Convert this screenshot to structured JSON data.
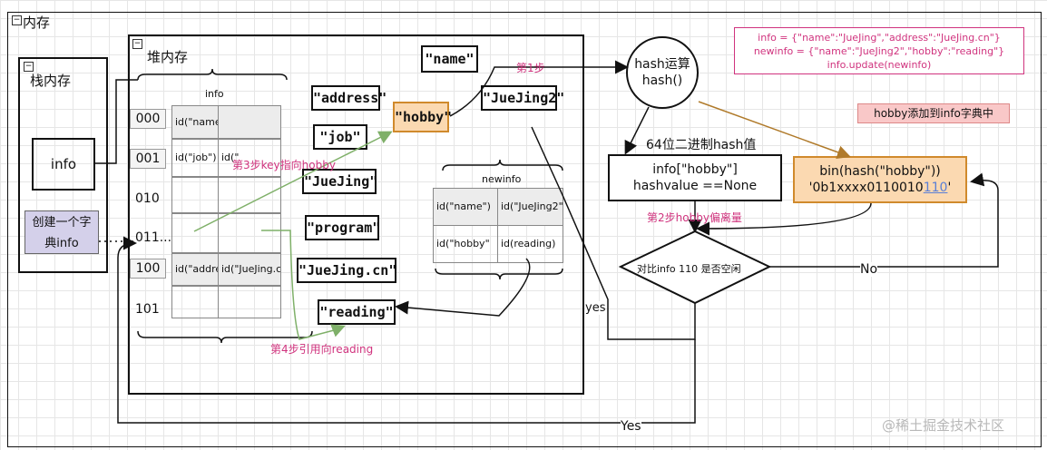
{
  "outer": {
    "title": "内存"
  },
  "stack": {
    "title": "栈内存",
    "info_label": "info",
    "create_label": "创建一个字典info"
  },
  "heap": {
    "title": "堆内存",
    "info_table": {
      "label": "info",
      "indices": [
        "000",
        "001",
        "010",
        "011...",
        "100",
        "101"
      ],
      "cells": {
        "r0c0": "id(\"name\"",
        "r1c0": "id(\"job\")",
        "r1c1": "id(\"",
        "r4c0": "id(\"address\"",
        "r4c1": "id(\"JueJing.c"
      }
    },
    "strings": [
      "\"name\"",
      "\"address\"",
      "\"job\"",
      "\"JueJing\"",
      "\"program\"",
      "\"JueJing.cn\"",
      "\"reading\"",
      "\"hobby\"",
      "\"JueJing2\""
    ],
    "newinfo_table": {
      "label": "newinfo",
      "cells": {
        "r0c0": "id(\"name\")",
        "r0c1": "id(\"JueJing2\"",
        "r1c0": "id(\"hobby\"",
        "r1c1": "id(reading)"
      }
    }
  },
  "hash_circle": {
    "line1": "hash运算",
    "line2": "hash()"
  },
  "code_box": {
    "line1": "info = {\"name\":\"JueJing\",\"address\":\"JueJing.cn\"}",
    "line2": "newinfo = {\"name\":\"JueJing2\",\"hobby\":\"reading\"}",
    "line3": "info.update(newinfo)"
  },
  "hobby_note": "hobby添加到info字典中",
  "bits_label": "64位二进制hash值",
  "info_hobby_box": {
    "line1": "info[\"hobby\"]",
    "line2": "hashvalue ==None"
  },
  "bin_box": {
    "line1": "bin(hash(\"hobby\"))",
    "line2_prefix": "'0b1xxxx0110010",
    "line2_hl": "110",
    "line2_suffix": "'"
  },
  "decision": "对比info 110 是否空闲",
  "steps": {
    "step1": "第1步",
    "step2": "第2步hobby偏离量",
    "step3": "第3步key指向hobby",
    "step4": "第4步引用向reading"
  },
  "edges": {
    "no": "No",
    "yes_small": "yes",
    "yes_big": "Yes"
  },
  "watermark": "@稀土掘金技术社区",
  "colors": {
    "pink": "#d0337e",
    "orange_fill": "#fbd9b1",
    "orange_border": "#d08a2c",
    "note_fill": "#f9c8c8",
    "create_fill": "#d4d0ea",
    "highlight_blue": "#5b7fd6"
  }
}
